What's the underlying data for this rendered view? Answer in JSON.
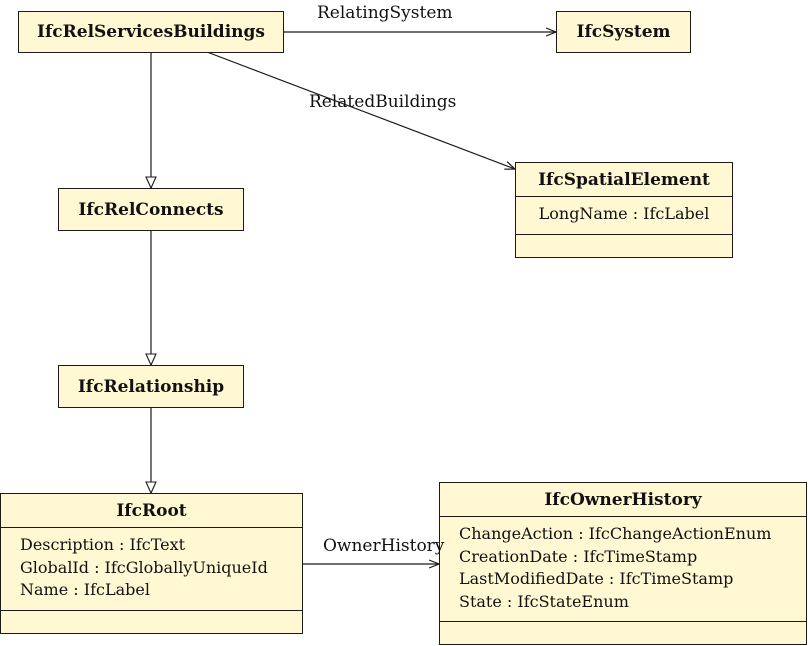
{
  "diagram": {
    "classes": {
      "rel_services_buildings": {
        "name": "IfcRelServicesBuildings"
      },
      "system": {
        "name": "IfcSystem"
      },
      "spatial_element": {
        "name": "IfcSpatialElement",
        "attributes": [
          "LongName : IfcLabel"
        ]
      },
      "rel_connects": {
        "name": "IfcRelConnects"
      },
      "relationship": {
        "name": "IfcRelationship"
      },
      "root": {
        "name": "IfcRoot",
        "attributes": [
          "Description : IfcText",
          "GlobalId : IfcGloballyUniqueId",
          "Name : IfcLabel"
        ]
      },
      "owner_history": {
        "name": "IfcOwnerHistory",
        "attributes": [
          "ChangeAction : IfcChangeActionEnum",
          "CreationDate : IfcTimeStamp",
          "LastModifiedDate : IfcTimeStamp",
          "State : IfcStateEnum"
        ]
      }
    },
    "associations": {
      "relating_system": "RelatingSystem",
      "related_buildings": "RelatedBuildings",
      "owner_history": "OwnerHistory"
    },
    "colors": {
      "box_fill": "#fff8d2",
      "line": "#1a1a1a"
    }
  }
}
